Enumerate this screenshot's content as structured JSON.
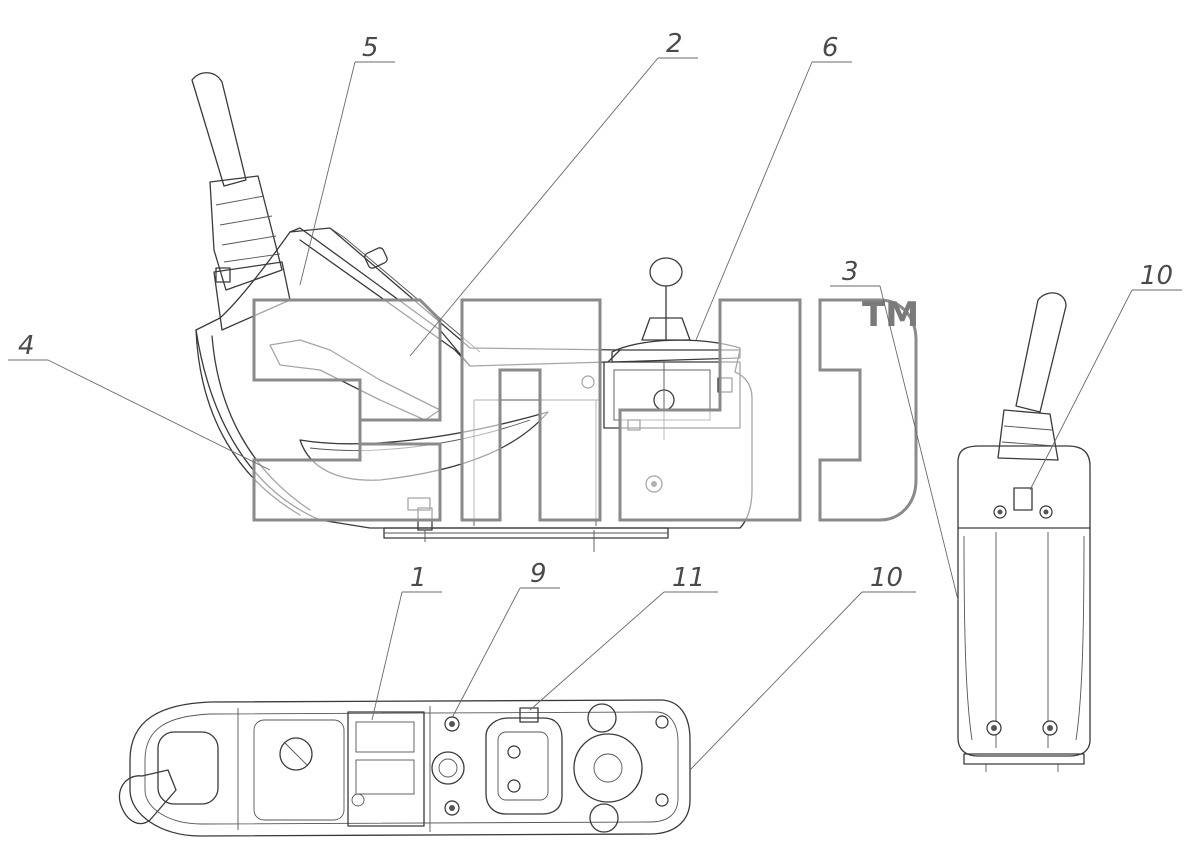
{
  "callouts": [
    {
      "id": "c1",
      "text": "1"
    },
    {
      "id": "c2",
      "text": "2"
    },
    {
      "id": "c3",
      "text": "3"
    },
    {
      "id": "c4",
      "text": "4"
    },
    {
      "id": "c5",
      "text": "5"
    },
    {
      "id": "c6",
      "text": "6"
    },
    {
      "id": "c9",
      "text": "9"
    },
    {
      "id": "c10a",
      "text": "10"
    },
    {
      "id": "c10b",
      "text": "10"
    },
    {
      "id": "c11",
      "text": "11"
    }
  ],
  "watermark": {
    "trademark": "TM"
  }
}
